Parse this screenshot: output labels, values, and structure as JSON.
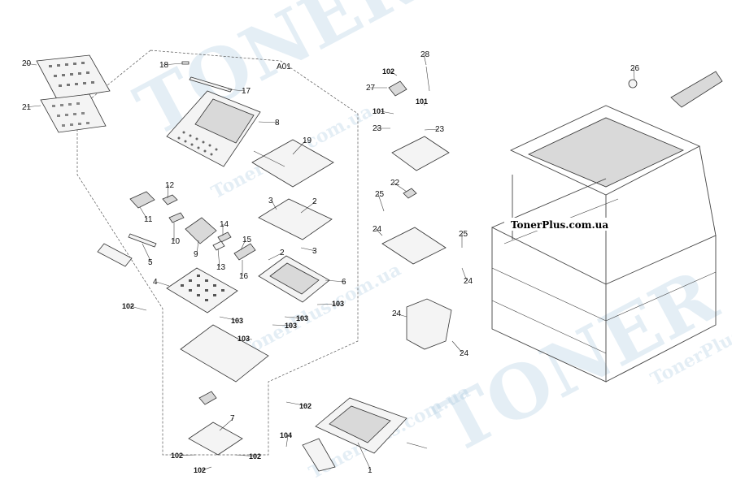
{
  "watermark": {
    "brand_text": "TonerPlus.com.ua",
    "badge_text": "TonerPlus.com.ua",
    "big_text": "TONER"
  },
  "group_label": "A01",
  "callouts": [
    "1",
    "2",
    "2",
    "3",
    "3",
    "4",
    "5",
    "6",
    "7",
    "8",
    "9",
    "10",
    "11",
    "12",
    "13",
    "14",
    "15",
    "16",
    "17",
    "18",
    "19",
    "20",
    "21",
    "22",
    "23",
    "23",
    "24",
    "24",
    "24",
    "24",
    "25",
    "25",
    "26",
    "27",
    "28",
    "101",
    "101",
    "102",
    "102",
    "102",
    "102",
    "102",
    "102",
    "103",
    "103",
    "103",
    "103",
    "103",
    "104"
  ]
}
